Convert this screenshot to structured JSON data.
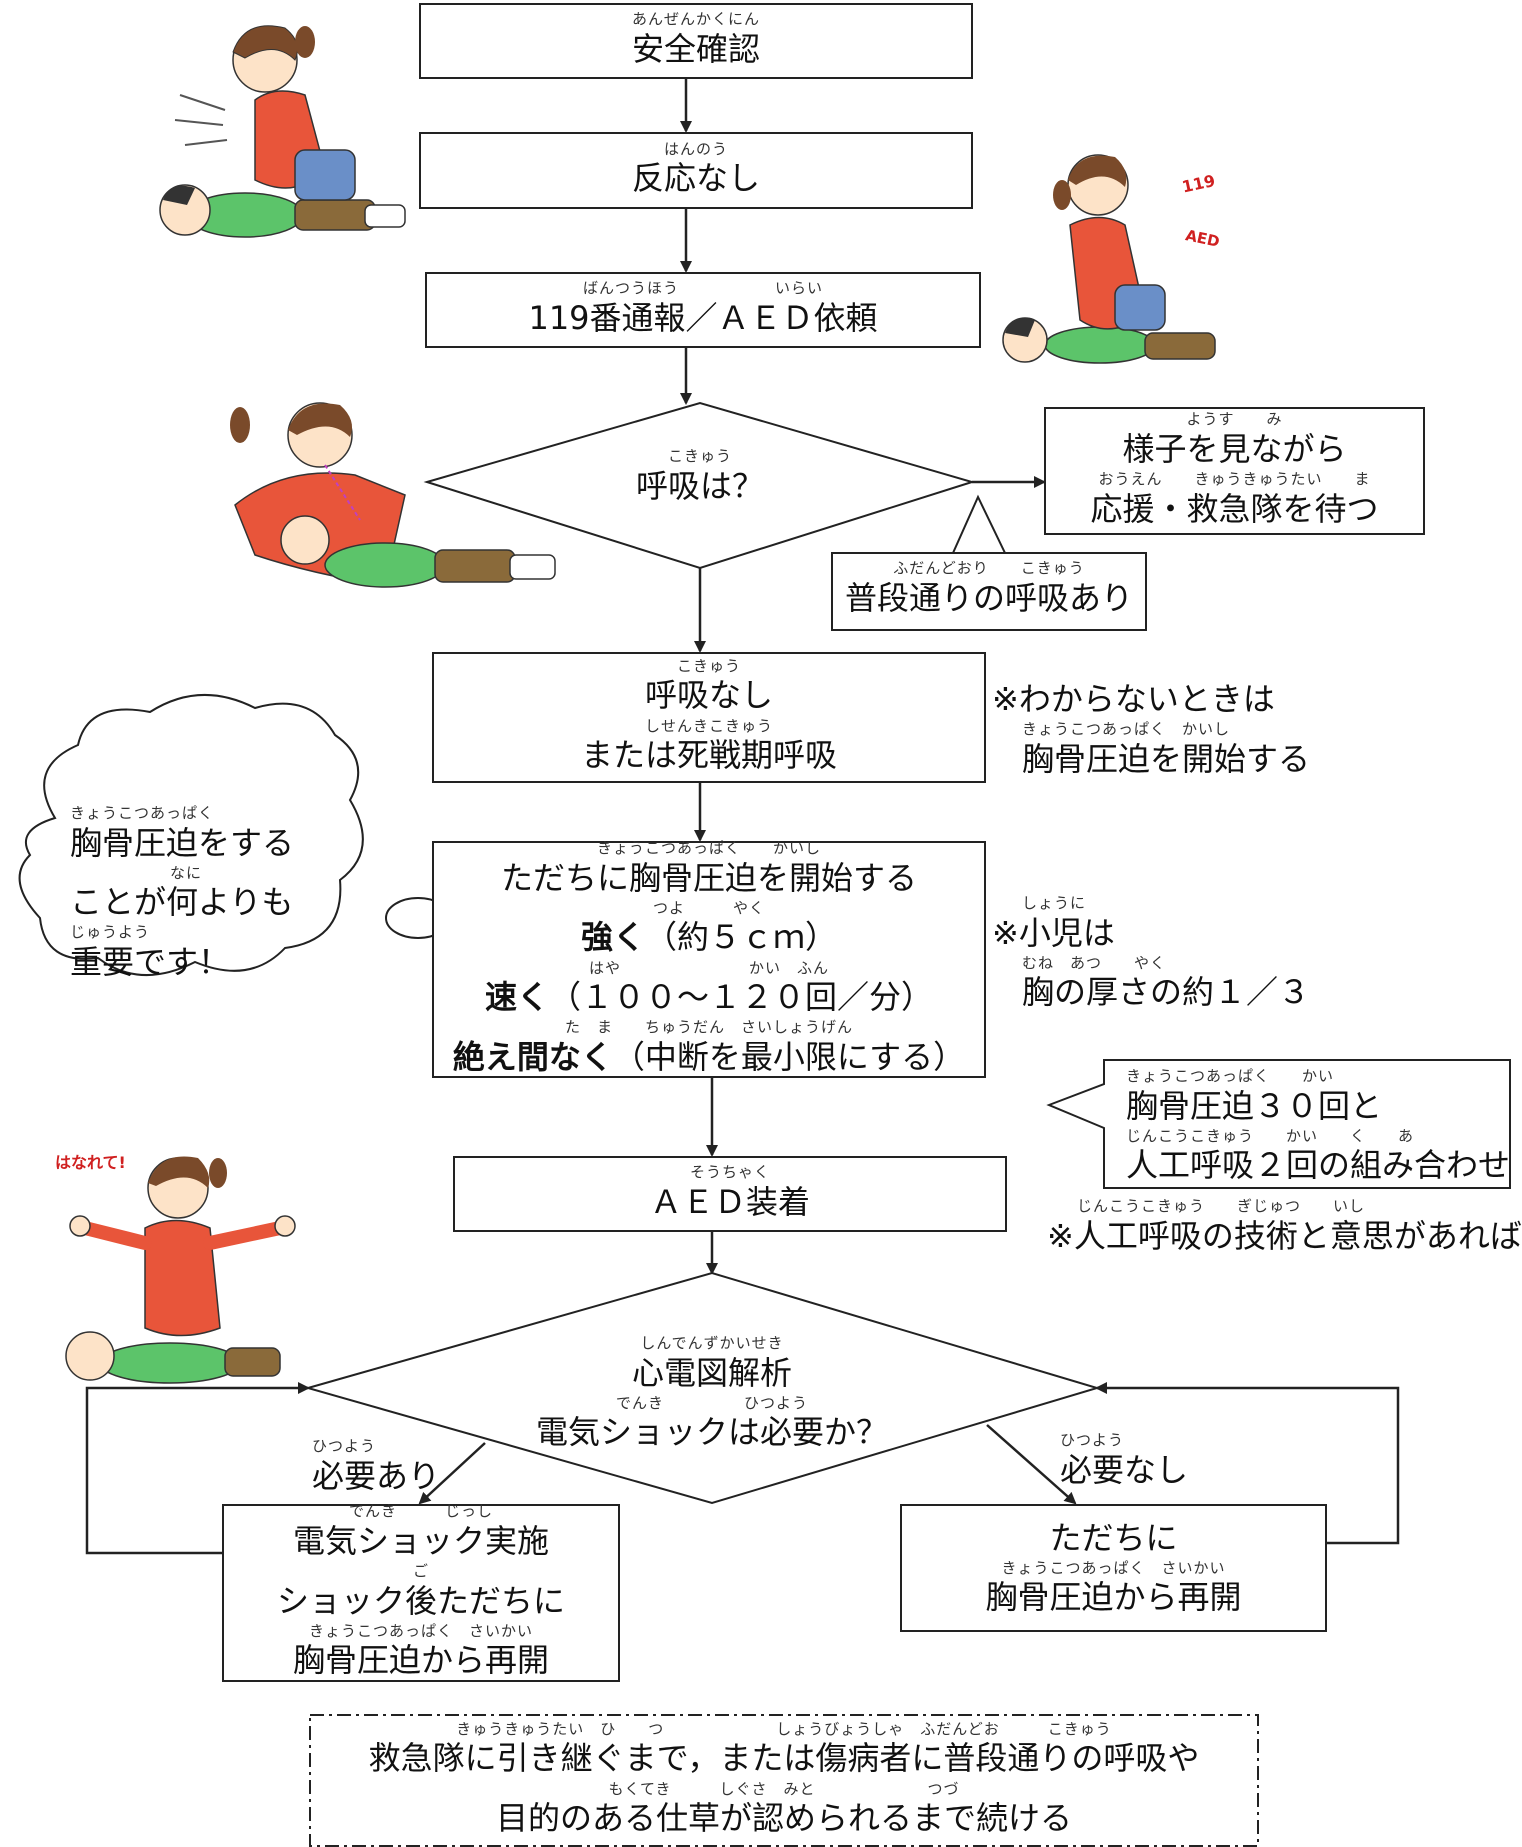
{
  "steps": {
    "safety": {
      "ruby": "あんぜんかくにん",
      "text": "安全確認"
    },
    "no_response": {
      "ruby": "はんのう",
      "text": "反応なし"
    },
    "call": {
      "ruby": "ばんつうほう　　　　　　いらい",
      "text": "119番通報／ＡＥＤ依頼"
    },
    "breathing_q": {
      "ruby": "こきゅう",
      "text": "呼吸は？"
    },
    "wait": {
      "ruby1": "ようす　　み",
      "line1": "様子を見ながら",
      "ruby2": "おうえん　　きゅうきゅうたい　　ま",
      "line2": "応援・救急隊を待つ"
    },
    "normal_breathing": {
      "ruby": "ふだんどおり　　こきゅう",
      "text": "普段通りの呼吸あり"
    },
    "no_breathing": {
      "ruby1": "こきゅう",
      "line1": "呼吸なし",
      "ruby2": "しせんきこきゅう",
      "line2": "または死戦期呼吸"
    },
    "compression": {
      "ruby1": "きょうこつあっぱく　　かいし",
      "line1": "ただちに胸骨圧迫を開始する",
      "ruby2": "つよ　　　やく",
      "line2_bold": "強く",
      "line2_rest": "（約５ｃｍ）",
      "ruby3": "はや　　　　　　　　かい　ふん",
      "line3_bold": "速く",
      "line3_rest": "（１００～１２０回／分）",
      "ruby4": "た　ま　　ちゅうだん　さいしょうげん",
      "line4_bold": "絶え間なく",
      "line4_rest": "（中断を最小限にする）"
    },
    "aed": {
      "ruby": "そうちゃく",
      "text": "ＡＥＤ装着"
    },
    "analysis": {
      "ruby1": "しんでんずかいせき",
      "line1": "心電図解析",
      "ruby2": "でんき　　　　　ひつよう",
      "line2": "電気ショックは必要か？"
    },
    "shock": {
      "ruby1": "でんき　　　じっし",
      "line1": "電気ショック実施",
      "ruby2": "ご",
      "line2": "ショック後ただちに",
      "ruby3": "きょうこつあっぱく　さいかい",
      "line3": "胸骨圧迫から再開"
    },
    "no_shock": {
      "line1": "ただちに",
      "ruby2": "きょうこつあっぱく　さいかい",
      "line2": "胸骨圧迫から再開"
    }
  },
  "branch_labels": {
    "needed": {
      "ruby": "ひつよう",
      "text": "必要あり"
    },
    "not_needed": {
      "ruby": "ひつよう",
      "text": "必要なし"
    }
  },
  "notes": {
    "unsure": {
      "line1": "※わからないときは",
      "ruby2": "きょうこつあっぱく　かいし",
      "line2": "胸骨圧迫を開始する"
    },
    "child": {
      "ruby1": "しょうに",
      "line1": "※小児は",
      "ruby2": "むね　あつ　　やく",
      "line2": "胸の厚さの約１／３"
    },
    "ratio": {
      "ruby1": "きょうこつあっぱく　　かい",
      "line1": "胸骨圧迫３０回と",
      "ruby2": "じんこうこきゅう　　かい　　く　　あ",
      "line2": "人工呼吸２回の組み合わせ"
    },
    "skill": {
      "ruby": "じんこうこきゅう　　ぎじゅつ　　いし",
      "text": "※人工呼吸の技術と意思があれば"
    }
  },
  "thought": {
    "ruby1": "きょうこつあっぱく",
    "line1": "胸骨圧迫をする",
    "ruby2": "なに",
    "line2": "ことが何よりも",
    "ruby3": "じゅうよう",
    "line3": "重要です！"
  },
  "footer": {
    "ruby1": "きゅうきゅうたい　ひ　　つ　　　　　　　しょうびょうしゃ　ふだんどお　　　こきゅう",
    "line1": "救急隊に引き継ぐまで，または傷病者に普段通りの呼吸や",
    "ruby2": "もくてき　　　しぐさ　みと　　　　　　　つづ",
    "line2": "目的のある仕草が認められるまで続ける"
  },
  "illustration": {
    "call_sign_1": "119",
    "call_sign_2": "AED",
    "stand_clear": "はなれて!"
  },
  "colors": {
    "shirt": "#e8553a",
    "child_shirt": "#5cc46a",
    "pants": "#8a6a3a",
    "hair": "#7a4a2a",
    "skin": "#fde3c8",
    "jeans": "#6a8fc8"
  }
}
